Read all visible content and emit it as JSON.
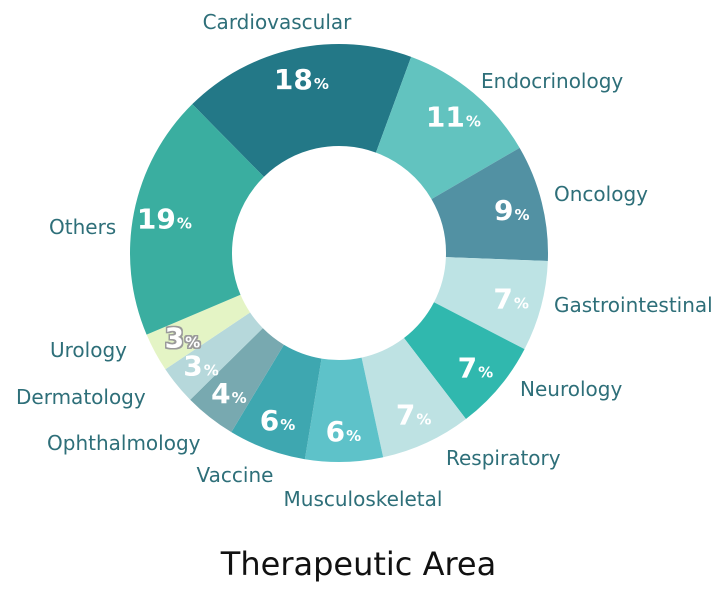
{
  "chart_data": {
    "type": "pie",
    "title": "Therapeutic Area",
    "categories": [
      "Cardiovascular",
      "Endocrinology",
      "Oncology",
      "Gastrointestinal",
      "Neurology",
      "Respiratory",
      "Musculoskeletal",
      "Vaccine",
      "Ophthalmology",
      "Dermatology",
      "Urology",
      "Others"
    ],
    "values": [
      18,
      11,
      9,
      7,
      7,
      7,
      6,
      6,
      4,
      3,
      3,
      19
    ],
    "unit": "%",
    "colors": [
      "#237887",
      "#62c3bf",
      "#5291a3",
      "#bde3e4",
      "#30b8ae",
      "#bee2e3",
      "#5ec2c9",
      "#3ea7b0",
      "#78a9b0",
      "#b6d8db",
      "#e4f4c5",
      "#3aaea0"
    ],
    "label_colors": [
      "#ffffff",
      "#ffffff",
      "#ffffff",
      "#ffffff",
      "#ffffff",
      "#ffffff",
      "#ffffff",
      "#ffffff",
      "#ffffff",
      "#ffffff",
      "#ffffff",
      "#ffffff"
    ],
    "inner_hole": true,
    "legend": "none",
    "slice_labels": "inside",
    "category_labels": "outside"
  }
}
